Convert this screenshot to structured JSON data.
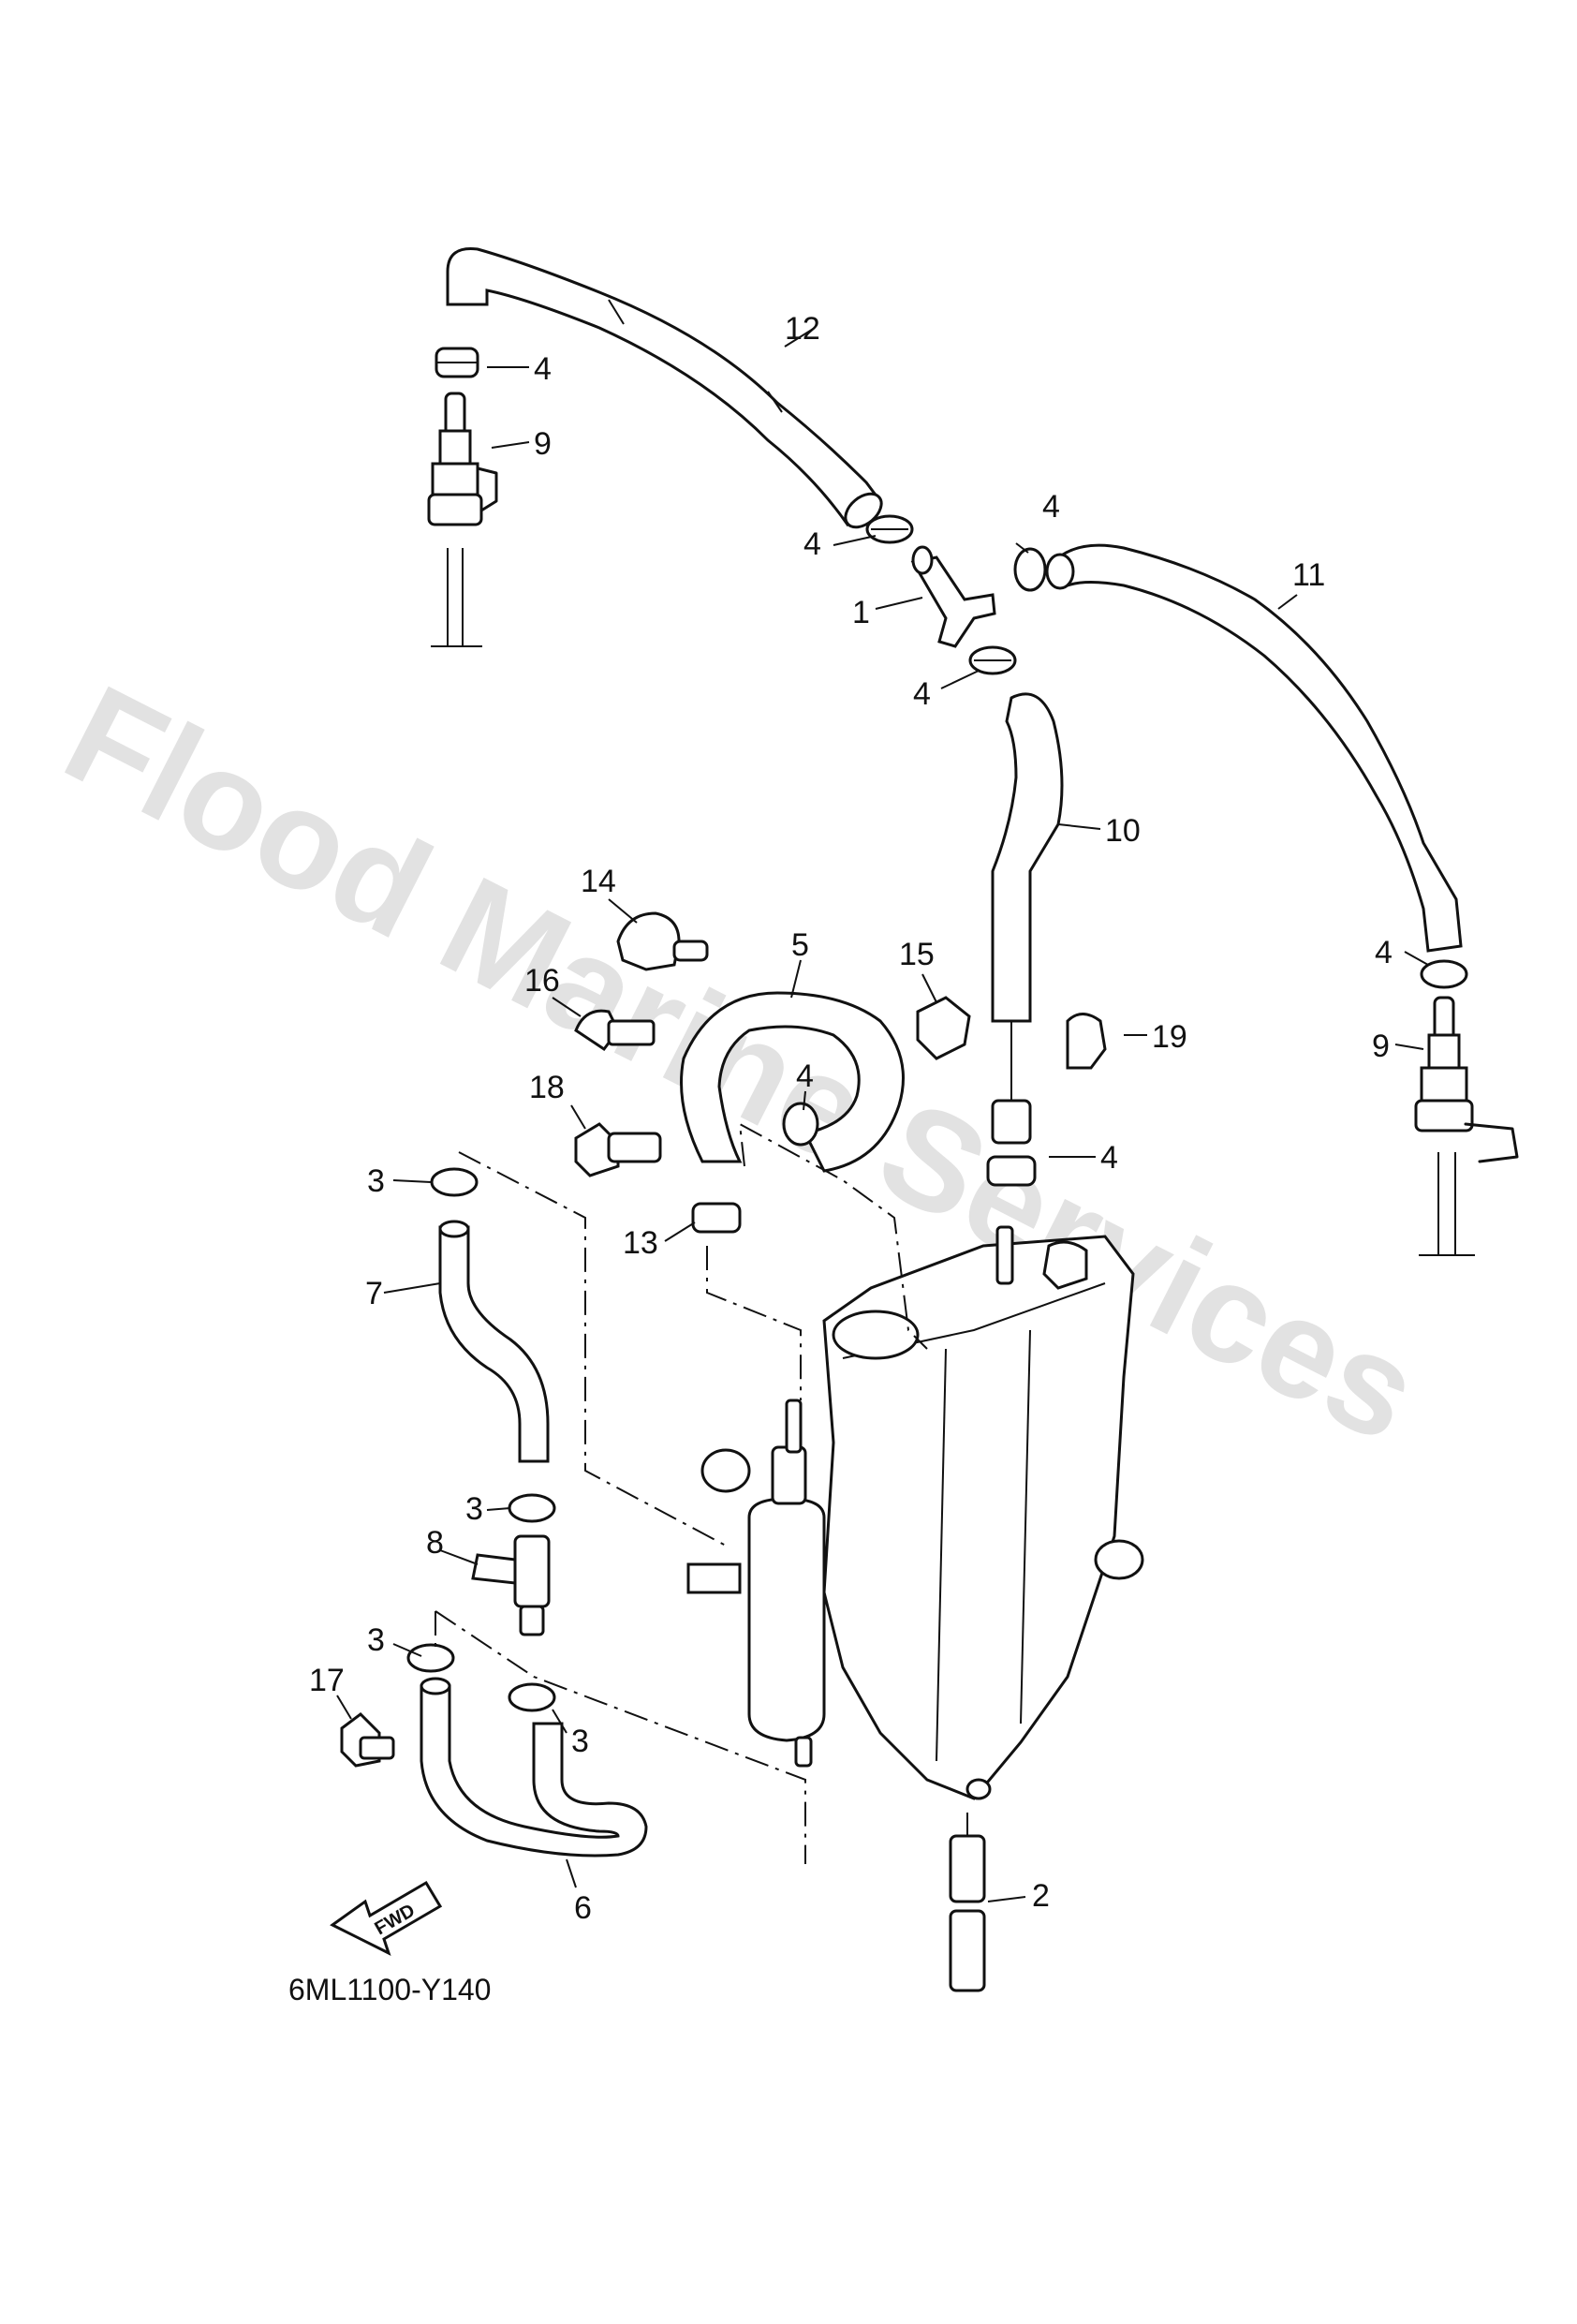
{
  "watermark": "Flood Marine Services",
  "drawing_code": "6ML1100-Y140",
  "fwd_arrow_label": "FWD",
  "callouts": {
    "c1": "1",
    "c2": "2",
    "c3a": "3",
    "c3b": "3",
    "c3c": "3",
    "c3d": "3",
    "c4a": "4",
    "c4b": "4",
    "c4c": "4",
    "c4d": "4",
    "c4e": "4",
    "c4f": "4",
    "c4g": "4",
    "c5": "5",
    "c6": "6",
    "c7": "7",
    "c8": "8",
    "c9a": "9",
    "c9b": "9",
    "c10": "10",
    "c11": "11",
    "c12": "12",
    "c13": "13",
    "c14": "14",
    "c15": "15",
    "c16": "16",
    "c17": "17",
    "c18": "18",
    "c19": "19"
  }
}
